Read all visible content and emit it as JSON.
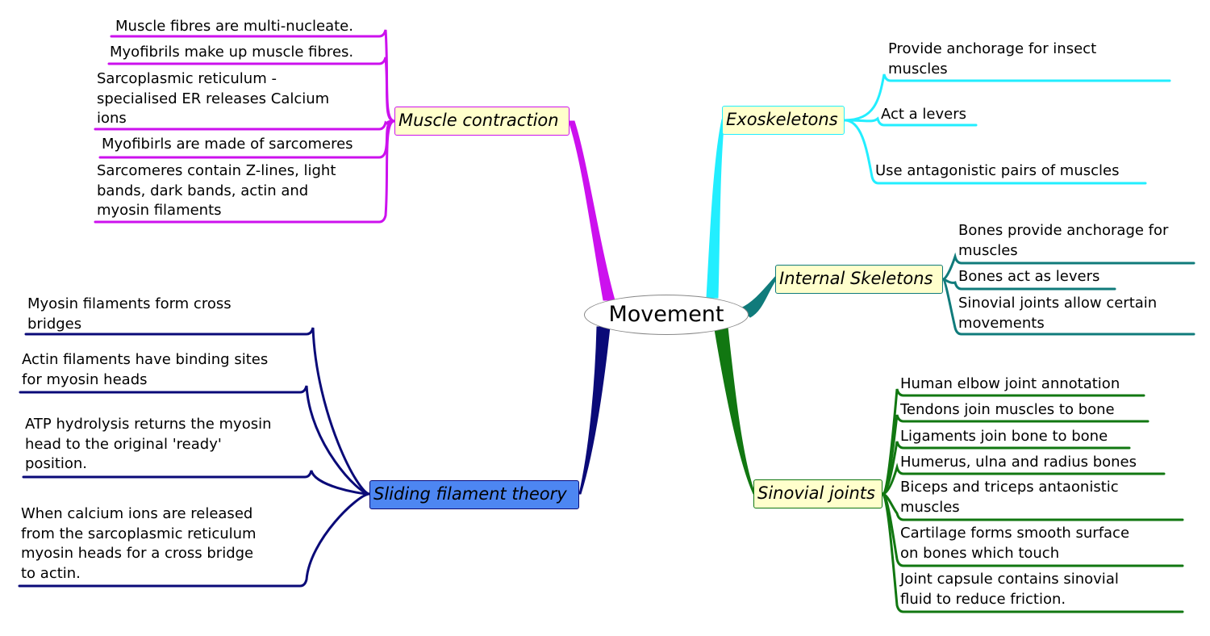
{
  "central_topic": "Movement",
  "colors": {
    "muscle": "#cc11ee",
    "sliding": "#0a0a78",
    "exo": "#22eeff",
    "internal": "#107b7b",
    "sinovial": "#117711",
    "topic_fill": "#ffffcc",
    "sliding_fill": "#4d86f2"
  },
  "branches": {
    "muscle_contraction": {
      "label": "Muscle contraction",
      "items": [
        [
          "Muscle fibres are multi-nucleate."
        ],
        [
          "Myofibrils make up muscle fibres."
        ],
        [
          "Sarcoplasmic reticulum -",
          "specialised ER releases Calcium",
          "ions"
        ],
        [
          "Myofibirls are made of sarcomeres"
        ],
        [
          "Sarcomeres contain Z-lines, light",
          "bands, dark bands, actin and",
          "myosin filaments"
        ]
      ]
    },
    "sliding_filament": {
      "label": "Sliding filament theory",
      "items": [
        [
          "Myosin filaments form cross",
          "bridges"
        ],
        [
          "Actin filaments have binding sites",
          "for myosin heads"
        ],
        [
          "ATP hydrolysis returns the myosin",
          "head to the original 'ready'",
          "position."
        ],
        [
          "When calcium ions are released",
          "from the sarcoplasmic reticulum",
          "myosin heads for a cross bridge",
          "to actin."
        ]
      ]
    },
    "exoskeletons": {
      "label": "Exoskeletons",
      "items": [
        [
          "Provide anchorage for insect",
          "muscles"
        ],
        [
          "Act a levers"
        ],
        [
          "Use antagonistic pairs of muscles"
        ]
      ]
    },
    "internal_skeletons": {
      "label": "Internal Skeletons",
      "items": [
        [
          "Bones provide anchorage for",
          "muscles"
        ],
        [
          "Bones act as levers"
        ],
        [
          "Sinovial joints allow certain",
          "movements"
        ]
      ]
    },
    "sinovial_joints": {
      "label": "Sinovial joints",
      "items": [
        [
          "Human elbow joint annotation"
        ],
        [
          "Tendons join muscles to bone"
        ],
        [
          "Ligaments join bone to bone"
        ],
        [
          "Humerus, ulna and radius bones"
        ],
        [
          "Biceps and triceps antaonistic",
          "muscles"
        ],
        [
          "Cartilage forms smooth surface",
          "on bones which touch"
        ],
        [
          "Joint capsule contains sinovial",
          "fluid to reduce friction."
        ]
      ]
    }
  }
}
